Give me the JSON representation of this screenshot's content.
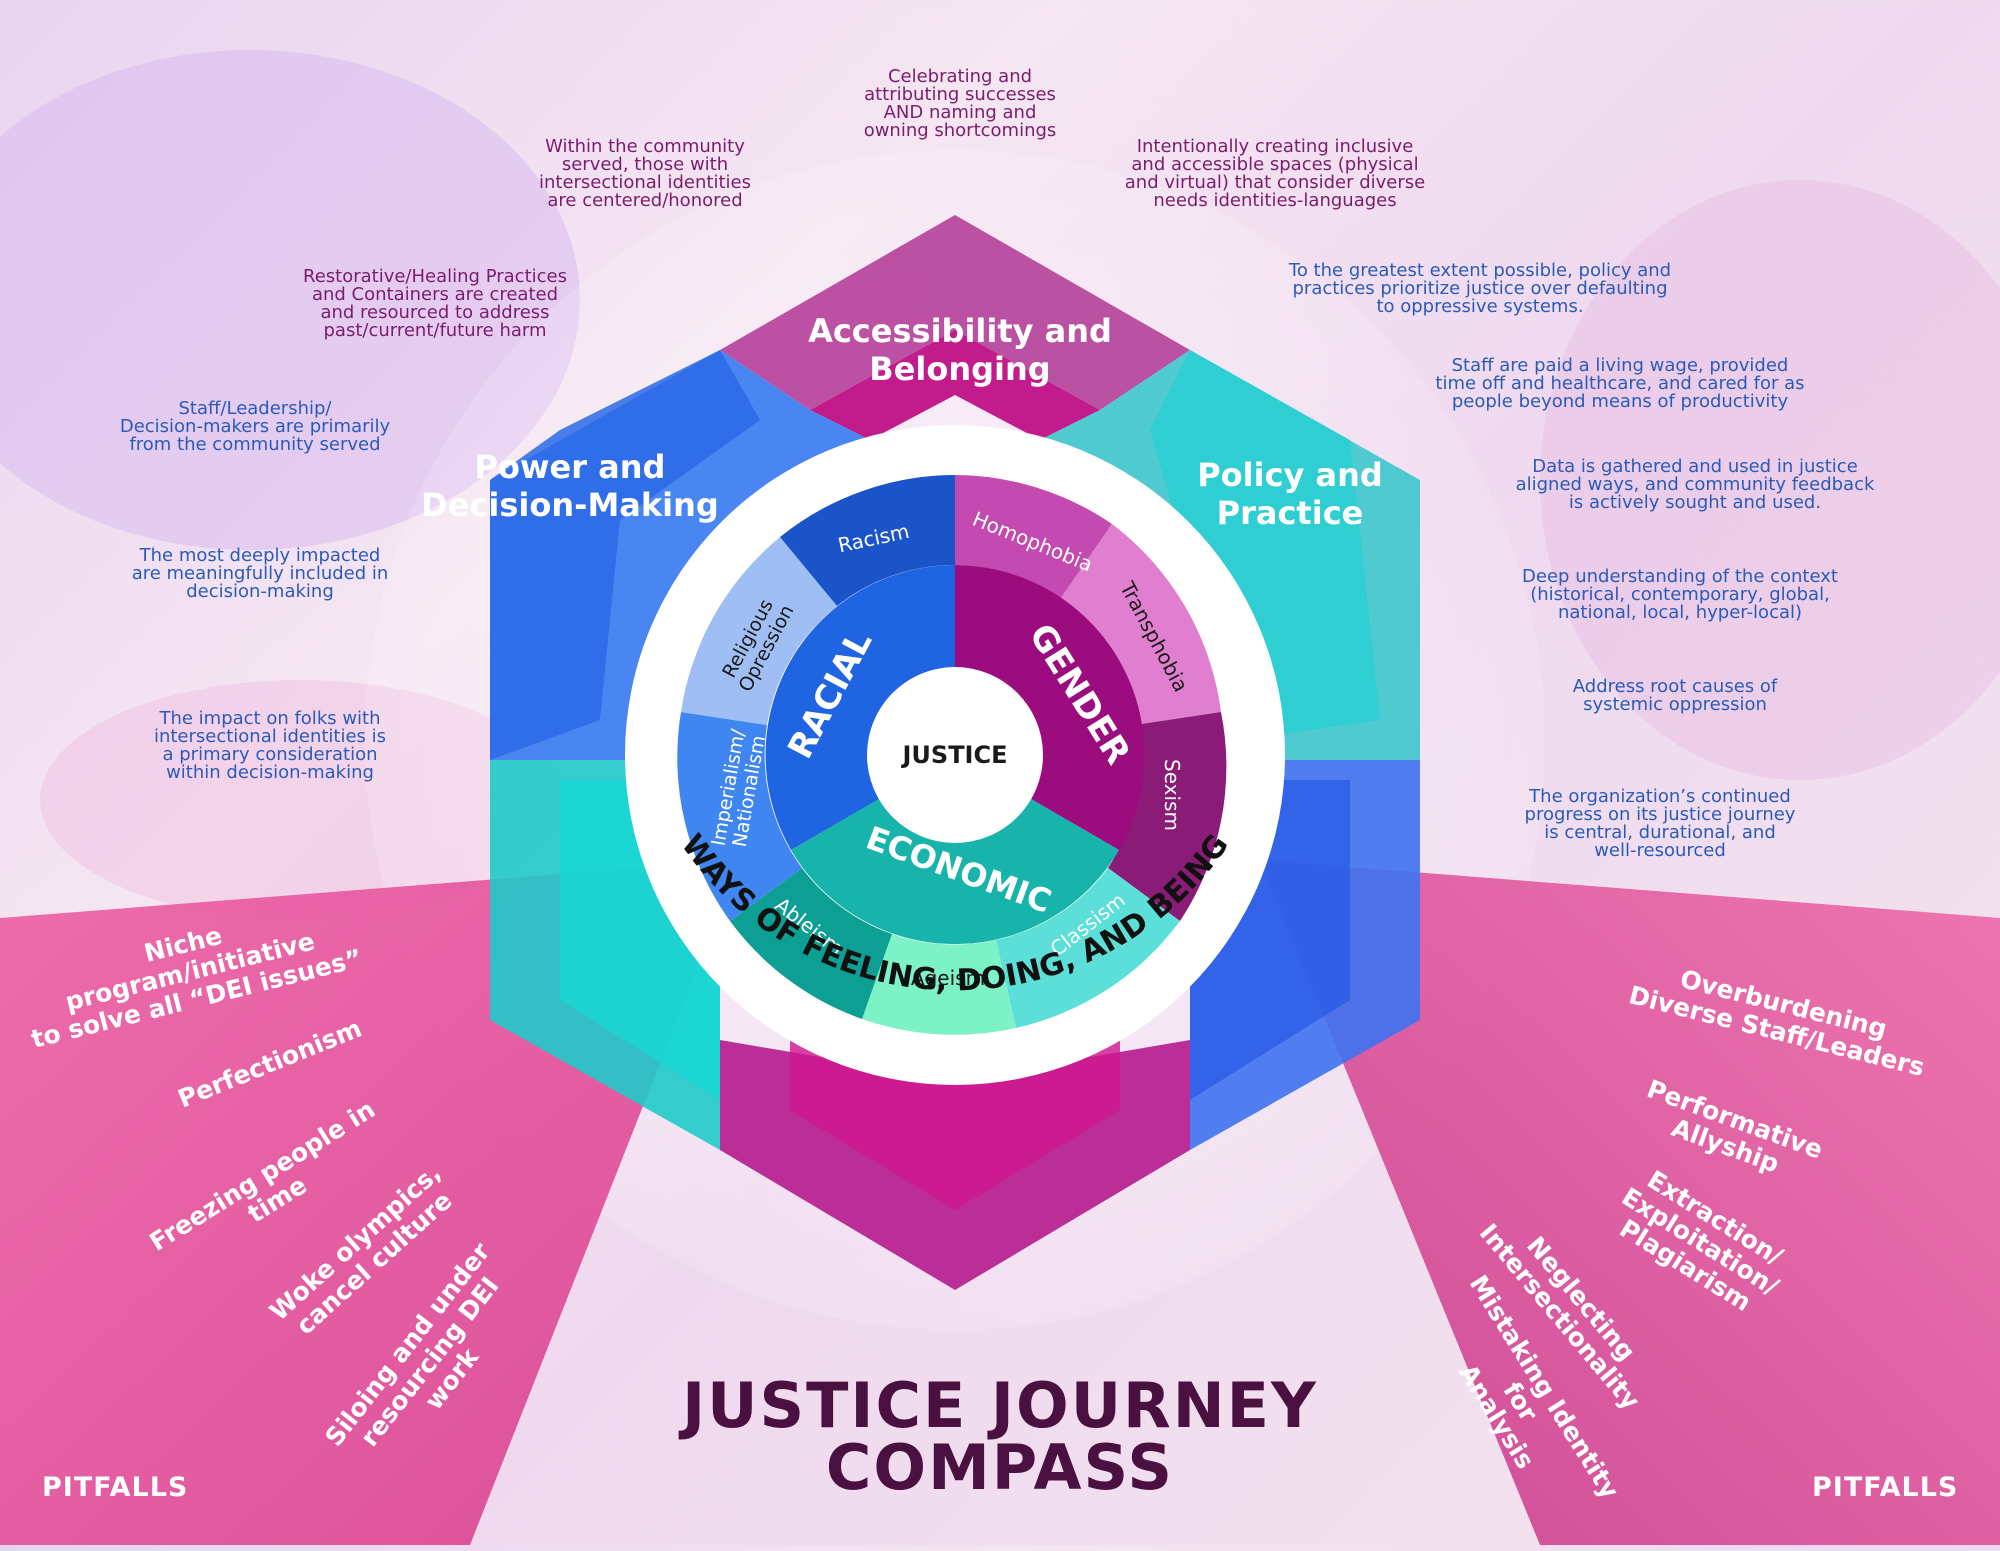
{
  "title": "JUSTICE JOURNEY\nCOMPASS",
  "colors": {
    "accent_magenta": "#b5178f",
    "racial_blue": "#1f64e0",
    "gender_purple": "#9b0d7f",
    "economic_teal": "#18b3ab",
    "pitfall_pink": "#e0479a",
    "blue_text": "#2a5bb8",
    "purple_text": "#7a1d6c"
  },
  "sections": {
    "accessibility": "Accessibility and\nBelonging",
    "power": "Power and\nDecision-Making",
    "policy": "Policy and\nPractice"
  },
  "wheel": {
    "center": "JUSTICE",
    "ring_text": "WAYS OF FEELING, DOING, AND BEING",
    "categories": [
      "RACIAL",
      "GENDER",
      "ECONOMIC"
    ],
    "segments": [
      "Racism",
      "Homophobia",
      "Transphobia",
      "Sexism",
      "Classism",
      "Ageism",
      "Ableism",
      "Imperialism/ Nationalism",
      "Religious Opression"
    ]
  },
  "notes_left": [
    "Celebrating and\nattributing successes\nAND naming and\nowning shortcomings",
    "Within the community\nserved, those with\nintersectional identities\nare centered/honored",
    "Restorative/Healing Practices\nand Containers are created\nand resourced to address\npast/current/future harm",
    "Staff/Leadership/\nDecision-makers are primarily\nfrom the community served",
    "The most deeply impacted\nare meaningfully included in\ndecision-making",
    "The impact on folks with\nintersectional identities is\na primary consideration\nwithin decision-making"
  ],
  "notes_right": [
    "Intentionally creating inclusive\nand accessible spaces (physical\nand virtual) that consider diverse\nneeds identities-languages",
    "To the greatest extent possible, policy and\npractices prioritize justice over defaulting\nto oppressive systems.",
    "Staff are paid a living wage, provided\ntime off and healthcare, and cared for as\npeople beyond means of productivity",
    "Data is gathered and used in justice\naligned ways, and community feedback\nis actively sought and used.",
    "Deep understanding of the context\n(historical, contemporary, global,\nnational, local, hyper-local)",
    "Address root causes of\nsystemic oppression",
    "The organization’s continued\nprogress on its justice journey\nis central, durational, and\nwell-resourced"
  ],
  "pitfalls_label": "PITFALLS",
  "pitfalls_left": [
    "Niche program/initiative\nto solve all “DEI issues”",
    "Perfectionism",
    "Freezing people in time",
    "Woke olympics,\ncancel culture",
    "Siloing and under\nresourcing DEI work"
  ],
  "pitfalls_right": [
    "Overburdening\nDiverse Staff/Leaders",
    "Performative Allyship",
    "Extraction/ Exploitation/\nPlagiarism",
    "Neglecting\nIntersectionality",
    "Mistaking Identity for\nAnalysis"
  ]
}
